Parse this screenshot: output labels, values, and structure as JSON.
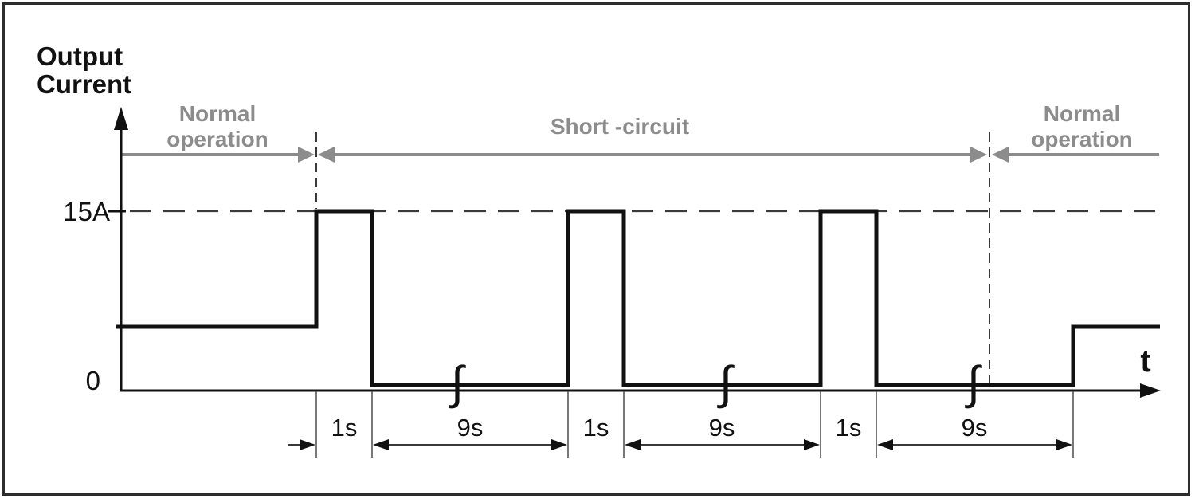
{
  "colors": {
    "ink": "#111111",
    "gray": "#8c8c8c",
    "bg": "#ffffff",
    "frame": "#2d2d2d",
    "dim": "#3a3a3a"
  },
  "y_axis": {
    "title_line1": "Output",
    "title_line2": "Current",
    "peak_tick": "15A",
    "zero_tick": "0"
  },
  "x_axis": {
    "label": "t"
  },
  "phases": {
    "left": {
      "line1": "Normal",
      "line2": "operation"
    },
    "middle": {
      "label": "Short -circuit"
    },
    "right": {
      "line1": "Normal",
      "line2": "operation"
    }
  },
  "durations": {
    "labels": [
      "1s",
      "9s",
      "1s",
      "9s",
      "1s",
      "9s"
    ]
  },
  "icons": {
    "time_break_glyph": "∫"
  },
  "waveform": {
    "peak_level_label": "15A",
    "zero_level_label": "0",
    "pulse_on_duration": "1s",
    "pulse_off_duration": "9s",
    "visible_short_circuit_pulses": 3
  }
}
